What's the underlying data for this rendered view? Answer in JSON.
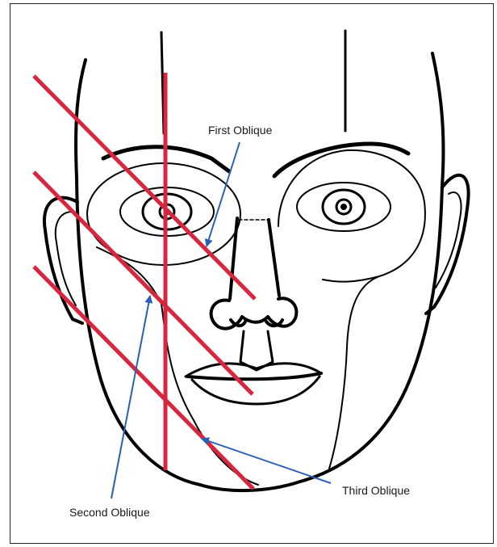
{
  "labels": {
    "first": "First Oblique",
    "second": "Second Oblique",
    "third": "Third Oblique"
  },
  "colors": {
    "ink": "#000000",
    "oblique_line": "#d7263d",
    "arrow": "#2b5fb4",
    "border": "#222222",
    "background": "#ffffff"
  }
}
